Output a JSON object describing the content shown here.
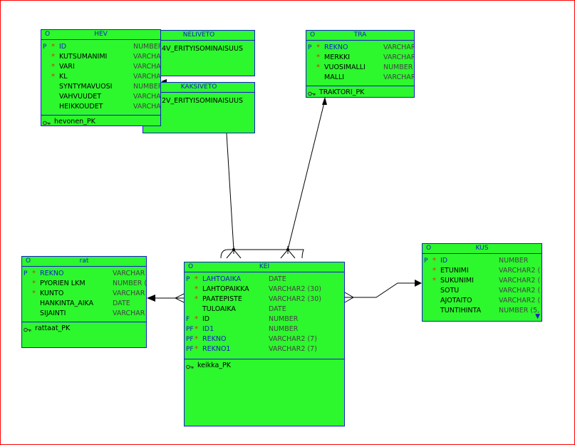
{
  "entities": {
    "neliveto": {
      "prefix": "",
      "title": "NELIVETO",
      "attr": "4V_ERITYISOMINAISUUS"
    },
    "kaksiveto": {
      "prefix": "",
      "title": "KAKSIVETO",
      "attr": "2V_ERITYISOMINAISUUS"
    },
    "hev": {
      "prefix": "O",
      "title": "HEV",
      "rows": [
        {
          "key": "P",
          "star": "*",
          "name": "ID",
          "type": "NUMBER"
        },
        {
          "key": "",
          "star": "*",
          "name": "KUTSUMANIMI",
          "type": "VARCHAR"
        },
        {
          "key": "",
          "star": "*",
          "name": "VARI",
          "type": "VARCHAR"
        },
        {
          "key": "",
          "star": "*",
          "name": "KL",
          "type": "VARCHAR"
        },
        {
          "key": "",
          "star": "",
          "name": "SYNTYMAVUOSI",
          "type": "NUMBER"
        },
        {
          "key": "",
          "star": "",
          "name": "VAHVUUDET",
          "type": "VARCHAR"
        },
        {
          "key": "",
          "star": "",
          "name": "HEIKKOUDET",
          "type": "VARCHAR"
        }
      ],
      "pk": "hevonen_PK"
    },
    "tra": {
      "prefix": "O",
      "title": "TRA",
      "rows": [
        {
          "key": "P",
          "star": "*",
          "name": "REKNO",
          "type": "VARCHAR"
        },
        {
          "key": "",
          "star": "*",
          "name": "MERKKI",
          "type": "VARCHAR"
        },
        {
          "key": "",
          "star": "*",
          "name": "VUOSIMALLI",
          "type": "NUMBER"
        },
        {
          "key": "",
          "star": "",
          "name": "MALLI",
          "type": "VARCHAR"
        }
      ],
      "pk": "TRAKTORI_PK"
    },
    "rat": {
      "prefix": "O",
      "title": "rat",
      "rows": [
        {
          "key": "P",
          "star": "*",
          "name": "REKNO",
          "type": "VARCHAR"
        },
        {
          "key": "",
          "star": "*",
          "name": "PYORIEN LKM",
          "type": "NUMBER ("
        },
        {
          "key": "",
          "star": "*",
          "name": "KUNTO",
          "type": "VARCHAR"
        },
        {
          "key": "",
          "star": "",
          "name": "HANKINTA_AIKA",
          "type": "DATE"
        },
        {
          "key": "",
          "star": "",
          "name": "SIJAINTI",
          "type": "VARCHAR"
        }
      ],
      "pk": "rattaat_PK"
    },
    "kei": {
      "prefix": "O",
      "title": "KEI",
      "rows": [
        {
          "key": "P",
          "star": "*",
          "name": "LAHTOAIKA",
          "type": "DATE"
        },
        {
          "key": "",
          "star": "*",
          "name": "LAHTOPAIKKA",
          "type": "VARCHAR2 (30)"
        },
        {
          "key": "",
          "star": "*",
          "name": "PAATEPISTE",
          "type": "VARCHAR2 (30)"
        },
        {
          "key": "",
          "star": "",
          "name": "TULOAIKA",
          "type": "DATE"
        },
        {
          "key": "F",
          "star": "*",
          "name": "ID",
          "type": "NUMBER"
        },
        {
          "key": "PF",
          "star": "*",
          "name": "ID1",
          "type": "NUMBER"
        },
        {
          "key": "PF",
          "star": "*",
          "name": "REKNO",
          "type": "VARCHAR2 (7)"
        },
        {
          "key": "PF",
          "star": "*",
          "name": "REKNO1",
          "type": "VARCHAR2 (7)"
        }
      ],
      "pk": "keikka_PK"
    },
    "kus": {
      "prefix": "O",
      "title": "KUS",
      "rows": [
        {
          "key": "P",
          "star": "*",
          "name": "ID",
          "type": "NUMBER"
        },
        {
          "key": "",
          "star": "*",
          "name": "ETUNIMI",
          "type": "VARCHAR2 ("
        },
        {
          "key": "",
          "star": "*",
          "name": "SUKUNIMI",
          "type": "VARCHAR2 ("
        },
        {
          "key": "",
          "star": "",
          "name": "SOTU",
          "type": "VARCHAR2 ("
        },
        {
          "key": "",
          "star": "",
          "name": "AJOTAITO",
          "type": "VARCHAR2 ("
        },
        {
          "key": "",
          "star": "",
          "name": "TUNTIHINTA",
          "type": "NUMBER (5,"
        }
      ]
    }
  },
  "colors": {
    "fill": "#2df72d",
    "border": "#1a1ad0",
    "pk_text": "#1a1ad0",
    "mandatory": "#e03000",
    "frame": "#ff0000"
  }
}
